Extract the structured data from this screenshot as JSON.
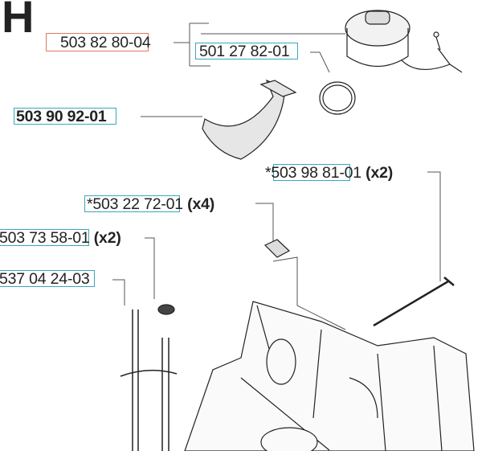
{
  "section_letter": "H",
  "parts": [
    {
      "number": "503 82 80-04",
      "linked": "503 82 80-",
      "qty": ""
    },
    {
      "number": "501 27 82-01",
      "linked": "501 27 82-0",
      "qty": ""
    },
    {
      "number": "503 90 92-01",
      "linked": "503 90 92-0",
      "qty": ""
    },
    {
      "number": "*503 98 81-01",
      "linked": "503 98 81-0",
      "qty": "(x2)"
    },
    {
      "number": "*503 22 72-01",
      "linked": "*503 22 72-",
      "qty": "(x4)"
    },
    {
      "number": "503 73 58-01",
      "linked": "503 73 58-",
      "qty": "(x2)"
    },
    {
      "number": "537 04 24-03",
      "linked": "537 04 24-0",
      "qty": ""
    }
  ],
  "highlight_colors": {
    "selected": "#e07a5f",
    "link": "#3aa8b8"
  }
}
